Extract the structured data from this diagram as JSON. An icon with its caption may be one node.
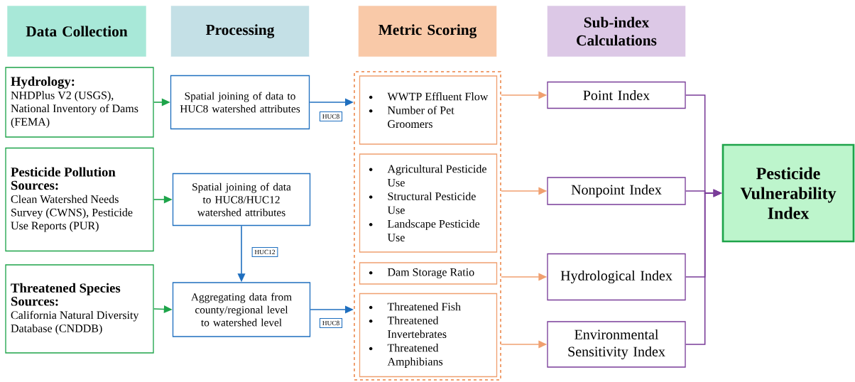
{
  "diagram": {
    "nodes": [
      {
        "text": [
          "Data Collection"
        ]
      },
      {
        "text": [
          "Processing"
        ]
      },
      {
        "text": [
          "Metric Scoring"
        ]
      },
      {
        "text": [
          "Sub-index Calculations"
        ]
      },
      {
        "text": [
          "Hydrology:",
          "NHDPlus V2 (USGS), National Inventory of Dams (FEMA)"
        ]
      },
      {
        "text": [
          "Pesticide Pollution Sources:",
          "Clean Watershed Needs Survey (CWNS), Pesticide Use Reports (PUR)"
        ]
      },
      {
        "text": [
          "Threatened Species Sources:",
          "California Natural Diversity Database (CNDDB)"
        ]
      },
      {
        "text": [
          "Spatial joining of data to HUC8 watershed attributes"
        ]
      },
      {
        "text": [
          "Spatial joining of data to HUC8/HUC12 watershed attributes"
        ]
      },
      {
        "text": [
          "Aggregating data from county/regional level to watershed level"
        ]
      },
      {
        "text": [],
        "shape": "box"
      },
      {
        "text": [
          "WWTP Effluent Flow",
          "Number of Pet Groomers"
        ],
        "in": 10
      },
      {
        "text": [
          "Agricultural Pesticide Use",
          "Structural Pesticide Use",
          "Landscape Pesticide Use"
        ],
        "in": 10
      },
      {
        "text": [
          "Dam Storage Ratio"
        ],
        "in": 10
      },
      {
        "text": [
          "Threatened Fish",
          "Threatened Invertebrates",
          "Threatened Amphibians"
        ],
        "in": 10
      },
      {
        "text": [
          "Point Index"
        ]
      },
      {
        "text": [
          "Nonpoint Index"
        ]
      },
      {
        "text": [
          "Hydrological Index"
        ]
      },
      {
        "text": [
          "Environmental Sensitivity Index"
        ]
      },
      {
        "text": [
          "Pesticide Vulnerability Index"
        ]
      }
    ],
    "edges": [
      {
        "from": 4,
        "to": 7,
        "arrow": "to",
        "color": "#1ea44a"
      },
      {
        "from": 5,
        "to": 8,
        "arrow": "to",
        "color": "#1ea44a"
      },
      {
        "from": 6,
        "to": 9,
        "arrow": "to",
        "color": "#1ea44a"
      },
      {
        "from": 7,
        "to": 10,
        "arrow": "to",
        "label": "HUC8",
        "color": "#1f6fbf"
      },
      {
        "from": 8,
        "to": 9,
        "arrow": "to",
        "label": "HUC12",
        "color": "#1f6fbf"
      },
      {
        "from": 9,
        "to": 10,
        "arrow": "to",
        "label": "HUC8",
        "color": "#1f6fbf"
      },
      {
        "from": 11,
        "to": 15,
        "arrow": "to",
        "color": "#f0a070"
      },
      {
        "from": 12,
        "to": 16,
        "arrow": "to",
        "color": "#f0a070"
      },
      {
        "from": 13,
        "to": 17,
        "arrow": "to",
        "color": "#f0a070"
      },
      {
        "from": 14,
        "to": 18,
        "arrow": "to",
        "color": "#f0a070"
      },
      {
        "from": 15,
        "to": 19,
        "arrow": "to",
        "color": "#7a3d99"
      },
      {
        "from": 16,
        "to": 19,
        "arrow": "to",
        "color": "#7a3d99"
      },
      {
        "from": 17,
        "to": 19,
        "arrow": "to",
        "color": "#7a3d99"
      },
      {
        "from": 18,
        "to": 19,
        "arrow": "to",
        "color": "#7a3d99"
      }
    ]
  }
}
